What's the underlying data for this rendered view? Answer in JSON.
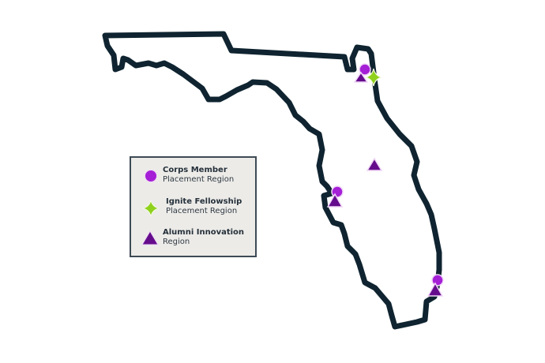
{
  "map": {
    "region": "Florida",
    "outline_color": "#0f2430",
    "outline_width": 7
  },
  "legend": {
    "items": [
      {
        "icon": "circle-icon",
        "color": "#a51fd6",
        "title": "Corps Member",
        "subtitle": "Placement Region"
      },
      {
        "icon": "four-point-star-icon",
        "color": "#8fd11d",
        "title": "Ignite  Fellowship",
        "subtitle": "Placement Region"
      },
      {
        "icon": "triangle-icon",
        "color": "#650c8c",
        "title": "Alumni Innovation",
        "subtitle": "Region"
      }
    ]
  },
  "markers": [
    {
      "location": "Jacksonville",
      "types": [
        "Corps Member",
        "Alumni Innovation",
        "Ignite Fellowship"
      ]
    },
    {
      "location": "Central Florida (Orlando)",
      "types": [
        "Alumni Innovation"
      ]
    },
    {
      "location": "Tampa Bay",
      "types": [
        "Corps Member",
        "Alumni Innovation"
      ]
    },
    {
      "location": "South Florida (Miami)",
      "types": [
        "Corps Member",
        "Alumni Innovation"
      ]
    }
  ]
}
